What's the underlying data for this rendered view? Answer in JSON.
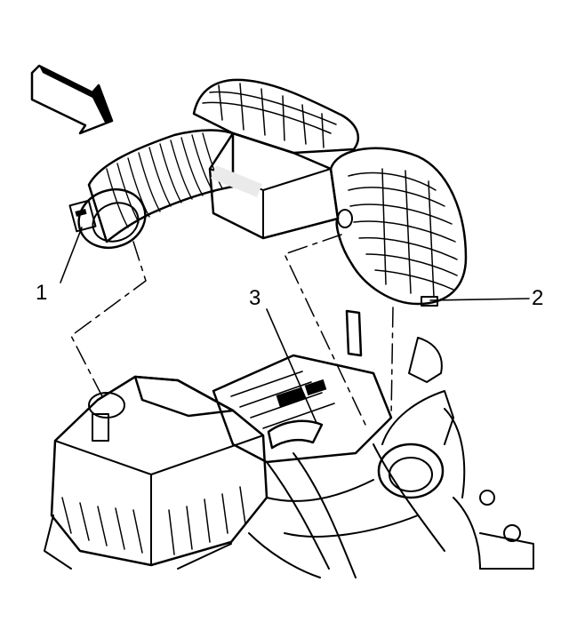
{
  "callouts": [
    {
      "id": "1",
      "text": "1"
    },
    {
      "id": "2",
      "text": "2"
    },
    {
      "id": "3",
      "text": "3"
    }
  ],
  "colors": {
    "line": "#000000",
    "background": "#ffffff",
    "shade": "#e6e6e6"
  },
  "icons": {
    "view_direction": "view-arrow-icon"
  }
}
